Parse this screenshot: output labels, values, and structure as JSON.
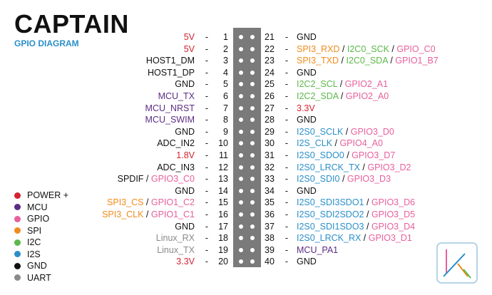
{
  "title": "CAPTAIN",
  "subtitle": "GPIO DIAGRAM",
  "colors": {
    "power": "#d22330",
    "mcu": "#5c2d84",
    "gpio": "#e8609c",
    "spi": "#f08c1e",
    "i2c": "#5cb84a",
    "i2s": "#2a8fc9",
    "gnd": "#111111",
    "uart": "#8a8a8a"
  },
  "legend": [
    {
      "label": "POWER +",
      "cat": "power"
    },
    {
      "label": "MCU",
      "cat": "mcu"
    },
    {
      "label": "GPIO",
      "cat": "gpio"
    },
    {
      "label": "SPI",
      "cat": "spi"
    },
    {
      "label": "I2C",
      "cat": "i2c"
    },
    {
      "label": "I2S",
      "cat": "i2s"
    },
    {
      "label": "GND",
      "cat": "gnd"
    },
    {
      "label": "UART",
      "cat": "uart"
    }
  ],
  "left_pins": [
    {
      "num": "1",
      "dash": "-",
      "parts": [
        {
          "text": "5V",
          "cat": "power"
        }
      ]
    },
    {
      "num": "2",
      "dash": "-",
      "parts": [
        {
          "text": "5V",
          "cat": "power"
        }
      ]
    },
    {
      "num": "3",
      "dash": "-",
      "parts": [
        {
          "text": "HOST1_DM",
          "cat": "gnd"
        }
      ]
    },
    {
      "num": "4",
      "dash": "-",
      "parts": [
        {
          "text": "HOST1_DP",
          "cat": "gnd"
        }
      ]
    },
    {
      "num": "5",
      "dash": "-",
      "parts": [
        {
          "text": "GND",
          "cat": "gnd"
        }
      ]
    },
    {
      "num": "6",
      "dash": "-",
      "parts": [
        {
          "text": "MCU_TX",
          "cat": "mcu"
        }
      ]
    },
    {
      "num": "7",
      "dash": "-",
      "parts": [
        {
          "text": "MCU_NRST",
          "cat": "mcu"
        }
      ]
    },
    {
      "num": "8",
      "dash": "-",
      "parts": [
        {
          "text": "MCU_SWIM",
          "cat": "mcu"
        }
      ]
    },
    {
      "num": "9",
      "dash": "-",
      "parts": [
        {
          "text": "GND",
          "cat": "gnd"
        }
      ]
    },
    {
      "num": "10",
      "dash": "-",
      "parts": [
        {
          "text": "ADC_IN2",
          "cat": "gnd"
        }
      ]
    },
    {
      "num": "11",
      "dash": "-",
      "parts": [
        {
          "text": "1.8V",
          "cat": "power"
        }
      ]
    },
    {
      "num": "12",
      "dash": "-",
      "parts": [
        {
          "text": "ADC_IN3",
          "cat": "gnd"
        }
      ]
    },
    {
      "num": "13",
      "dash": "-",
      "parts": [
        {
          "text": "SPDIF",
          "cat": "gnd"
        },
        {
          "text": "GPIO3_C0",
          "cat": "gpio"
        }
      ]
    },
    {
      "num": "14",
      "dash": "-",
      "parts": [
        {
          "text": "GND",
          "cat": "gnd"
        }
      ]
    },
    {
      "num": "15",
      "dash": "-",
      "parts": [
        {
          "text": "SPI3_CS",
          "cat": "spi"
        },
        {
          "text": "GPIO1_C2",
          "cat": "gpio"
        }
      ]
    },
    {
      "num": "16",
      "dash": "-",
      "parts": [
        {
          "text": "SPI3_CLK",
          "cat": "spi"
        },
        {
          "text": "GPIO1_C1",
          "cat": "gpio"
        }
      ]
    },
    {
      "num": "17",
      "dash": "-",
      "parts": [
        {
          "text": "GND",
          "cat": "gnd"
        }
      ]
    },
    {
      "num": "18",
      "dash": "-",
      "parts": [
        {
          "text": "Linux_RX",
          "cat": "uart"
        }
      ]
    },
    {
      "num": "19",
      "dash": "-",
      "parts": [
        {
          "text": "Linux_TX",
          "cat": "uart"
        }
      ]
    },
    {
      "num": "20",
      "dash": "-",
      "parts": [
        {
          "text": "3.3V",
          "cat": "power"
        }
      ]
    }
  ],
  "right_pins": [
    {
      "num": "21",
      "dash": "-",
      "parts": [
        {
          "text": "GND",
          "cat": "gnd"
        }
      ]
    },
    {
      "num": "22",
      "dash": "-",
      "parts": [
        {
          "text": "SPI3_RXD",
          "cat": "spi"
        },
        {
          "text": "I2C0_SCK",
          "cat": "i2c"
        },
        {
          "text": "GPIO_C0",
          "cat": "gpio"
        }
      ]
    },
    {
      "num": "23",
      "dash": "-",
      "parts": [
        {
          "text": "SPI3_TXD",
          "cat": "spi"
        },
        {
          "text": "I2C0_SDA",
          "cat": "i2c"
        },
        {
          "text": "GPIO1_B7",
          "cat": "gpio"
        }
      ]
    },
    {
      "num": "24",
      "dash": "-",
      "parts": [
        {
          "text": "GND",
          "cat": "gnd"
        }
      ]
    },
    {
      "num": "25",
      "dash": "-",
      "parts": [
        {
          "text": "I2C2_SCL",
          "cat": "i2c"
        },
        {
          "text": "GPIO2_A1",
          "cat": "gpio"
        }
      ]
    },
    {
      "num": "26",
      "dash": "-",
      "parts": [
        {
          "text": "I2C2_SDA",
          "cat": "i2c"
        },
        {
          "text": "GPIO2_A0",
          "cat": "gpio"
        }
      ]
    },
    {
      "num": "27",
      "dash": "-",
      "parts": [
        {
          "text": "3.3V",
          "cat": "power"
        }
      ]
    },
    {
      "num": "28",
      "dash": "-",
      "parts": [
        {
          "text": "GND",
          "cat": "gnd"
        }
      ]
    },
    {
      "num": "29",
      "dash": "-",
      "parts": [
        {
          "text": "I2S0_SCLK",
          "cat": "i2s"
        },
        {
          "text": "GPIO3_D0",
          "cat": "gpio"
        }
      ]
    },
    {
      "num": "30",
      "dash": "-",
      "parts": [
        {
          "text": "I2S_CLK",
          "cat": "i2s"
        },
        {
          "text": "GPIO4_A0",
          "cat": "gpio"
        }
      ]
    },
    {
      "num": "31",
      "dash": "-",
      "parts": [
        {
          "text": "I2S0_SDO0",
          "cat": "i2s"
        },
        {
          "text": "GPIO3_D7",
          "cat": "gpio"
        }
      ]
    },
    {
      "num": "32",
      "dash": "-",
      "parts": [
        {
          "text": "I2S0_LRCK_TX",
          "cat": "i2s"
        },
        {
          "text": "GPIO3_D2",
          "cat": "gpio"
        }
      ]
    },
    {
      "num": "33",
      "dash": "-",
      "parts": [
        {
          "text": "I2S0_SDI0",
          "cat": "i2s"
        },
        {
          "text": "GPIO3_D3",
          "cat": "gpio"
        }
      ]
    },
    {
      "num": "34",
      "dash": "-",
      "parts": [
        {
          "text": "GND",
          "cat": "gnd"
        }
      ]
    },
    {
      "num": "35",
      "dash": "-",
      "parts": [
        {
          "text": "I2S0_SDI3SDO1",
          "cat": "i2s"
        },
        {
          "text": "GPIO3_D6",
          "cat": "gpio"
        }
      ]
    },
    {
      "num": "36",
      "dash": "-",
      "parts": [
        {
          "text": "I2S0_SDI2SDO2",
          "cat": "i2s"
        },
        {
          "text": "GPIO3_D5",
          "cat": "gpio"
        }
      ]
    },
    {
      "num": "37",
      "dash": "-",
      "parts": [
        {
          "text": "I2S0_SDI1SDO3",
          "cat": "i2s"
        },
        {
          "text": "GPIO3_D4",
          "cat": "gpio"
        }
      ]
    },
    {
      "num": "38",
      "dash": "-",
      "parts": [
        {
          "text": "I2S0_LRCK_RX",
          "cat": "i2s"
        },
        {
          "text": "GPIO3_D1",
          "cat": "gpio"
        }
      ]
    },
    {
      "num": "39",
      "dash": "-",
      "parts": [
        {
          "text": "MCU_PA1",
          "cat": "mcu"
        }
      ]
    },
    {
      "num": "40",
      "dash": "-",
      "parts": [
        {
          "text": "GND",
          "cat": "gnd"
        }
      ]
    }
  ],
  "separator": " / "
}
